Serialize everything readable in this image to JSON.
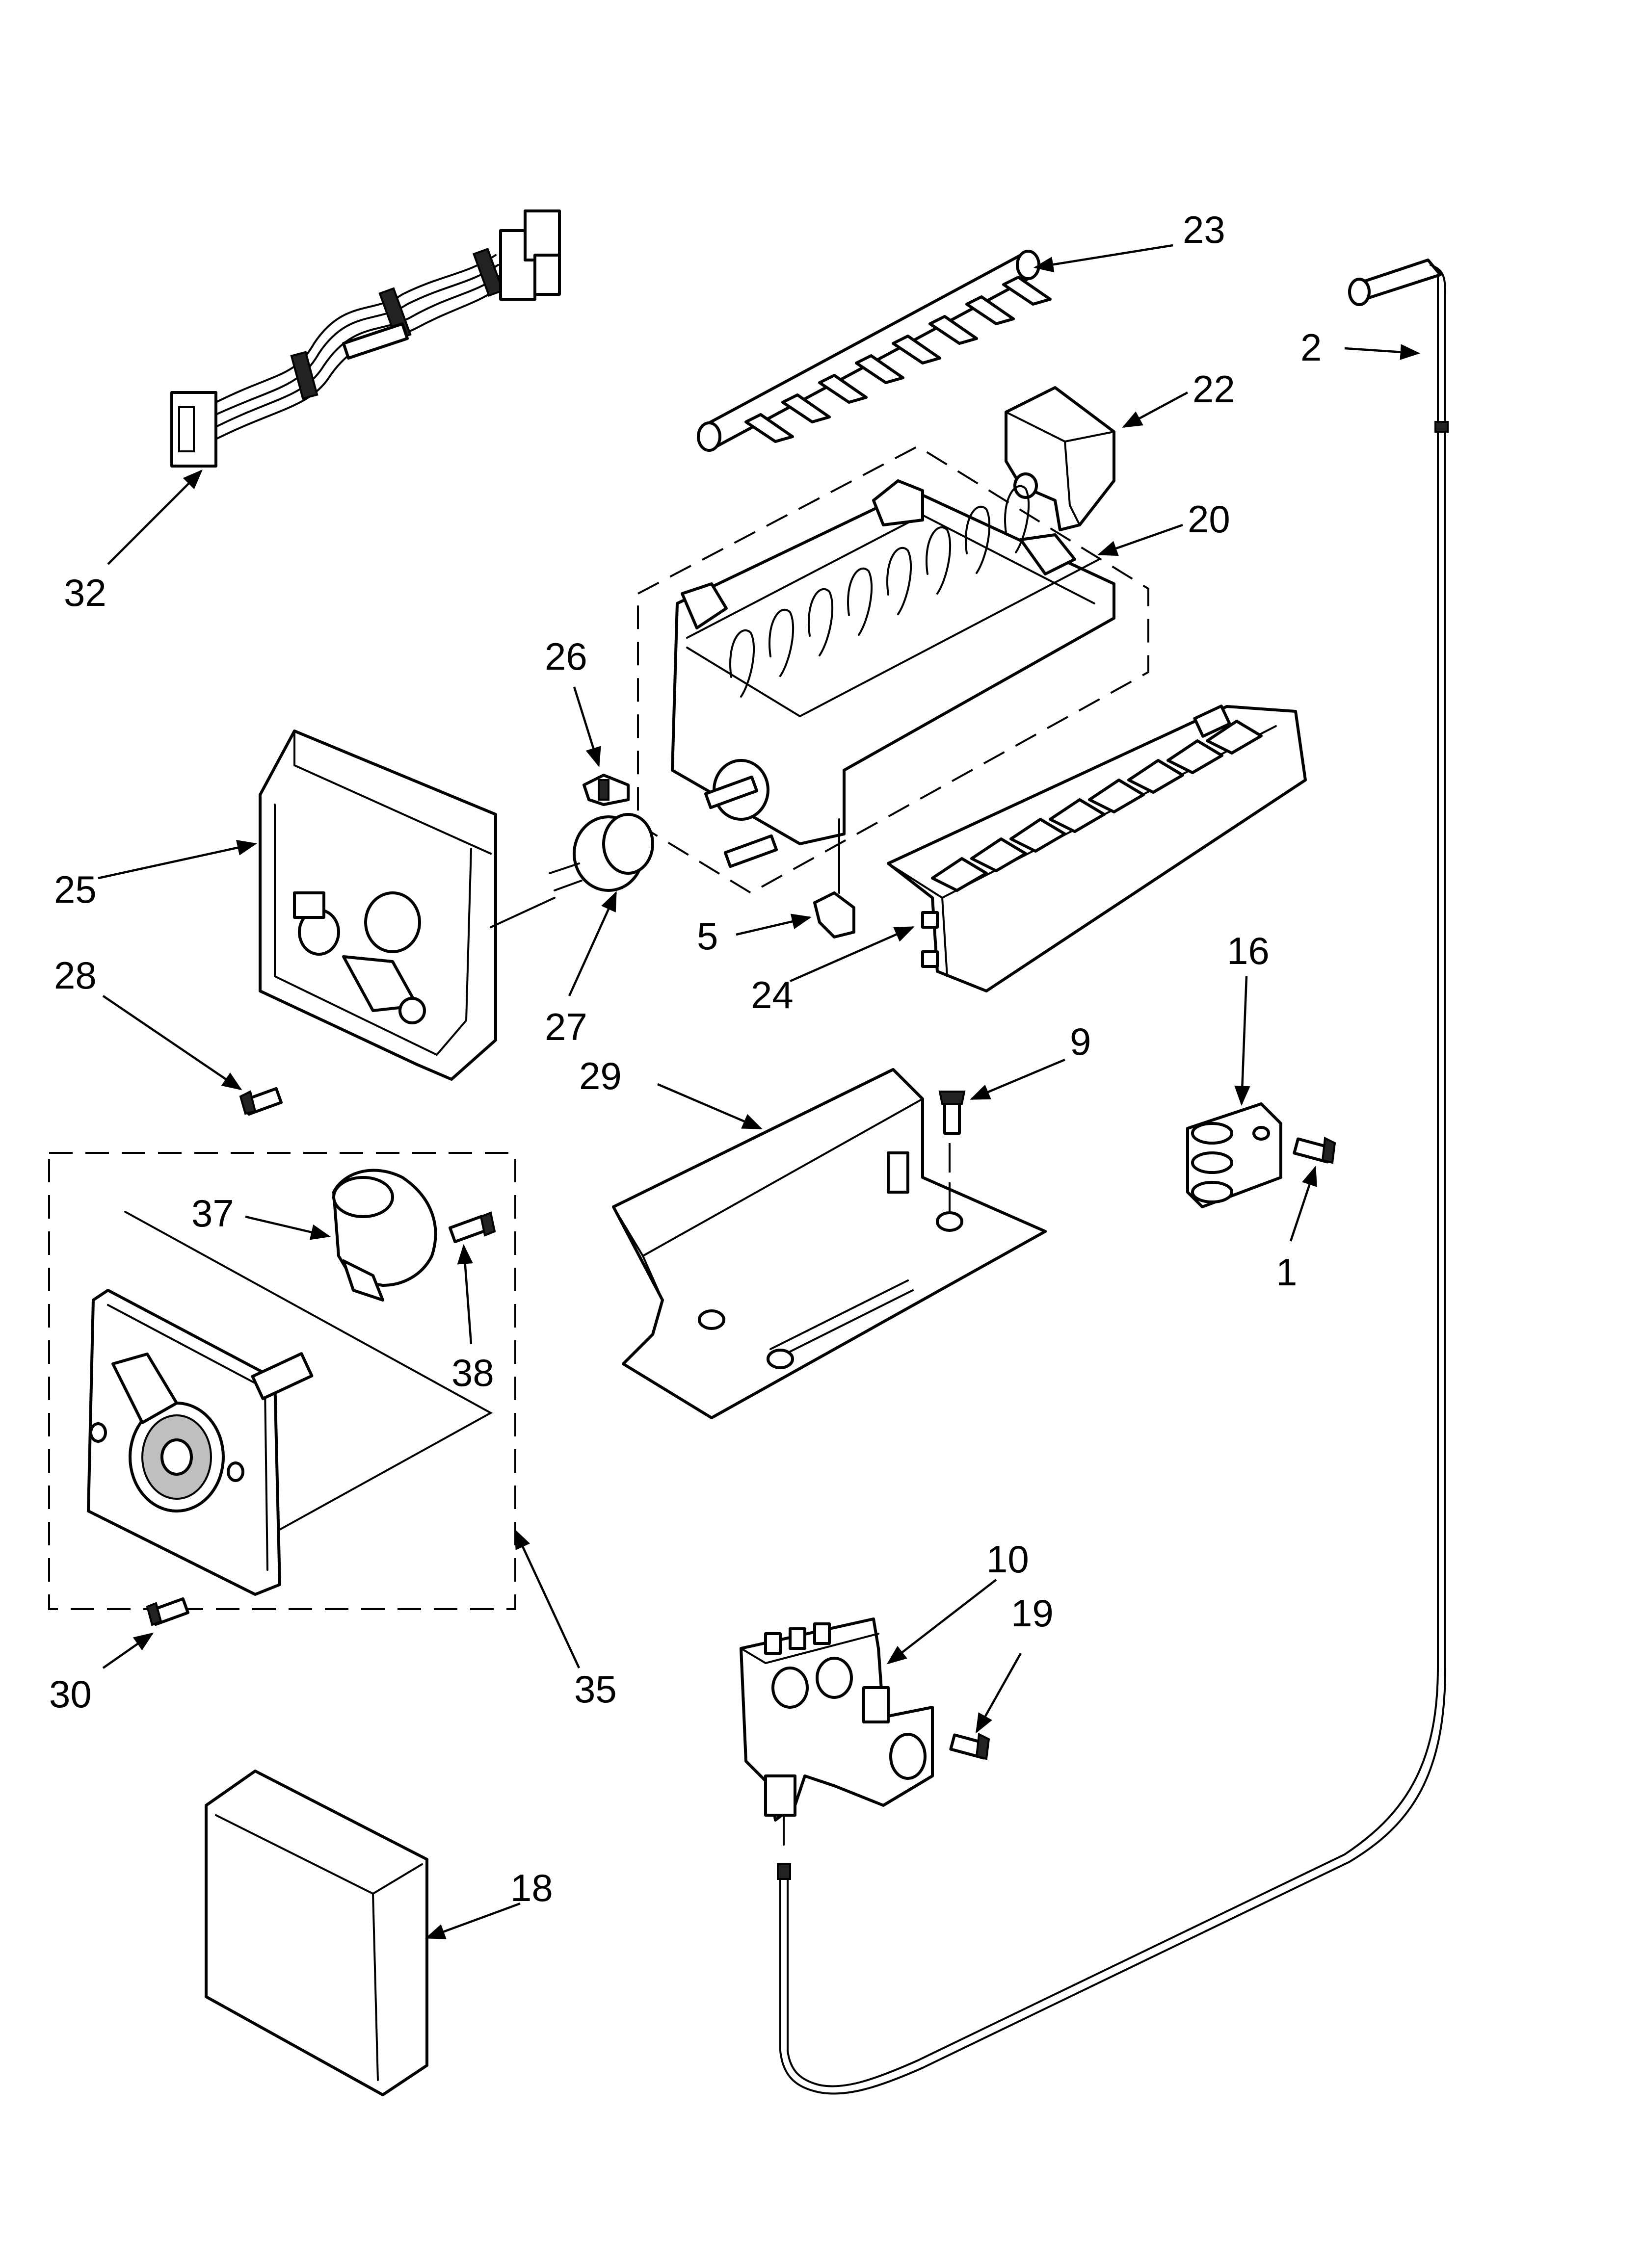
{
  "diagram": {
    "callouts": [
      {
        "id": "23",
        "label": "23"
      },
      {
        "id": "2",
        "label": "2"
      },
      {
        "id": "22",
        "label": "22"
      },
      {
        "id": "20",
        "label": "20"
      },
      {
        "id": "32",
        "label": "32"
      },
      {
        "id": "26",
        "label": "26"
      },
      {
        "id": "25",
        "label": "25"
      },
      {
        "id": "5",
        "label": "5"
      },
      {
        "id": "27",
        "label": "27"
      },
      {
        "id": "28",
        "label": "28"
      },
      {
        "id": "24",
        "label": "24"
      },
      {
        "id": "16",
        "label": "16"
      },
      {
        "id": "9",
        "label": "9"
      },
      {
        "id": "29",
        "label": "29"
      },
      {
        "id": "1",
        "label": "1"
      },
      {
        "id": "37",
        "label": "37"
      },
      {
        "id": "38",
        "label": "38"
      },
      {
        "id": "10",
        "label": "10"
      },
      {
        "id": "19",
        "label": "19"
      },
      {
        "id": "30",
        "label": "30"
      },
      {
        "id": "35",
        "label": "35"
      },
      {
        "id": "18",
        "label": "18"
      }
    ]
  }
}
